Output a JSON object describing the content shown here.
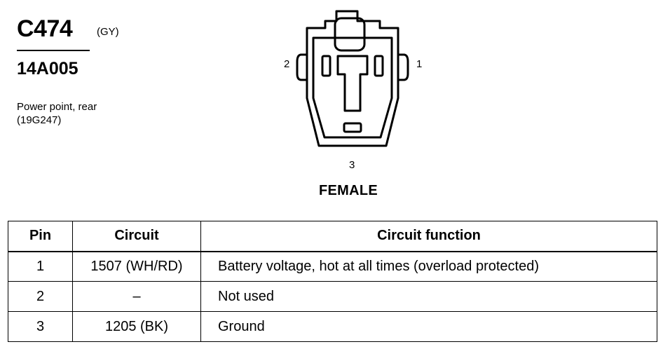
{
  "connector": {
    "id": "C474",
    "color_code": "(GY)",
    "part_number": "14A005",
    "description_lines": [
      "Power point, rear",
      "(19G247)"
    ]
  },
  "diagram": {
    "pin_labels": [
      "1",
      "2",
      "3"
    ],
    "gender": "FEMALE"
  },
  "table": {
    "headers": [
      "Pin",
      "Circuit",
      "Circuit function"
    ],
    "rows": [
      {
        "pin": "1",
        "circuit": "1507 (WH/RD)",
        "function": "Battery voltage, hot at all times (overload protected)"
      },
      {
        "pin": "2",
        "circuit": "–",
        "function": "Not used"
      },
      {
        "pin": "3",
        "circuit": "1205 (BK)",
        "function": "Ground"
      }
    ]
  }
}
